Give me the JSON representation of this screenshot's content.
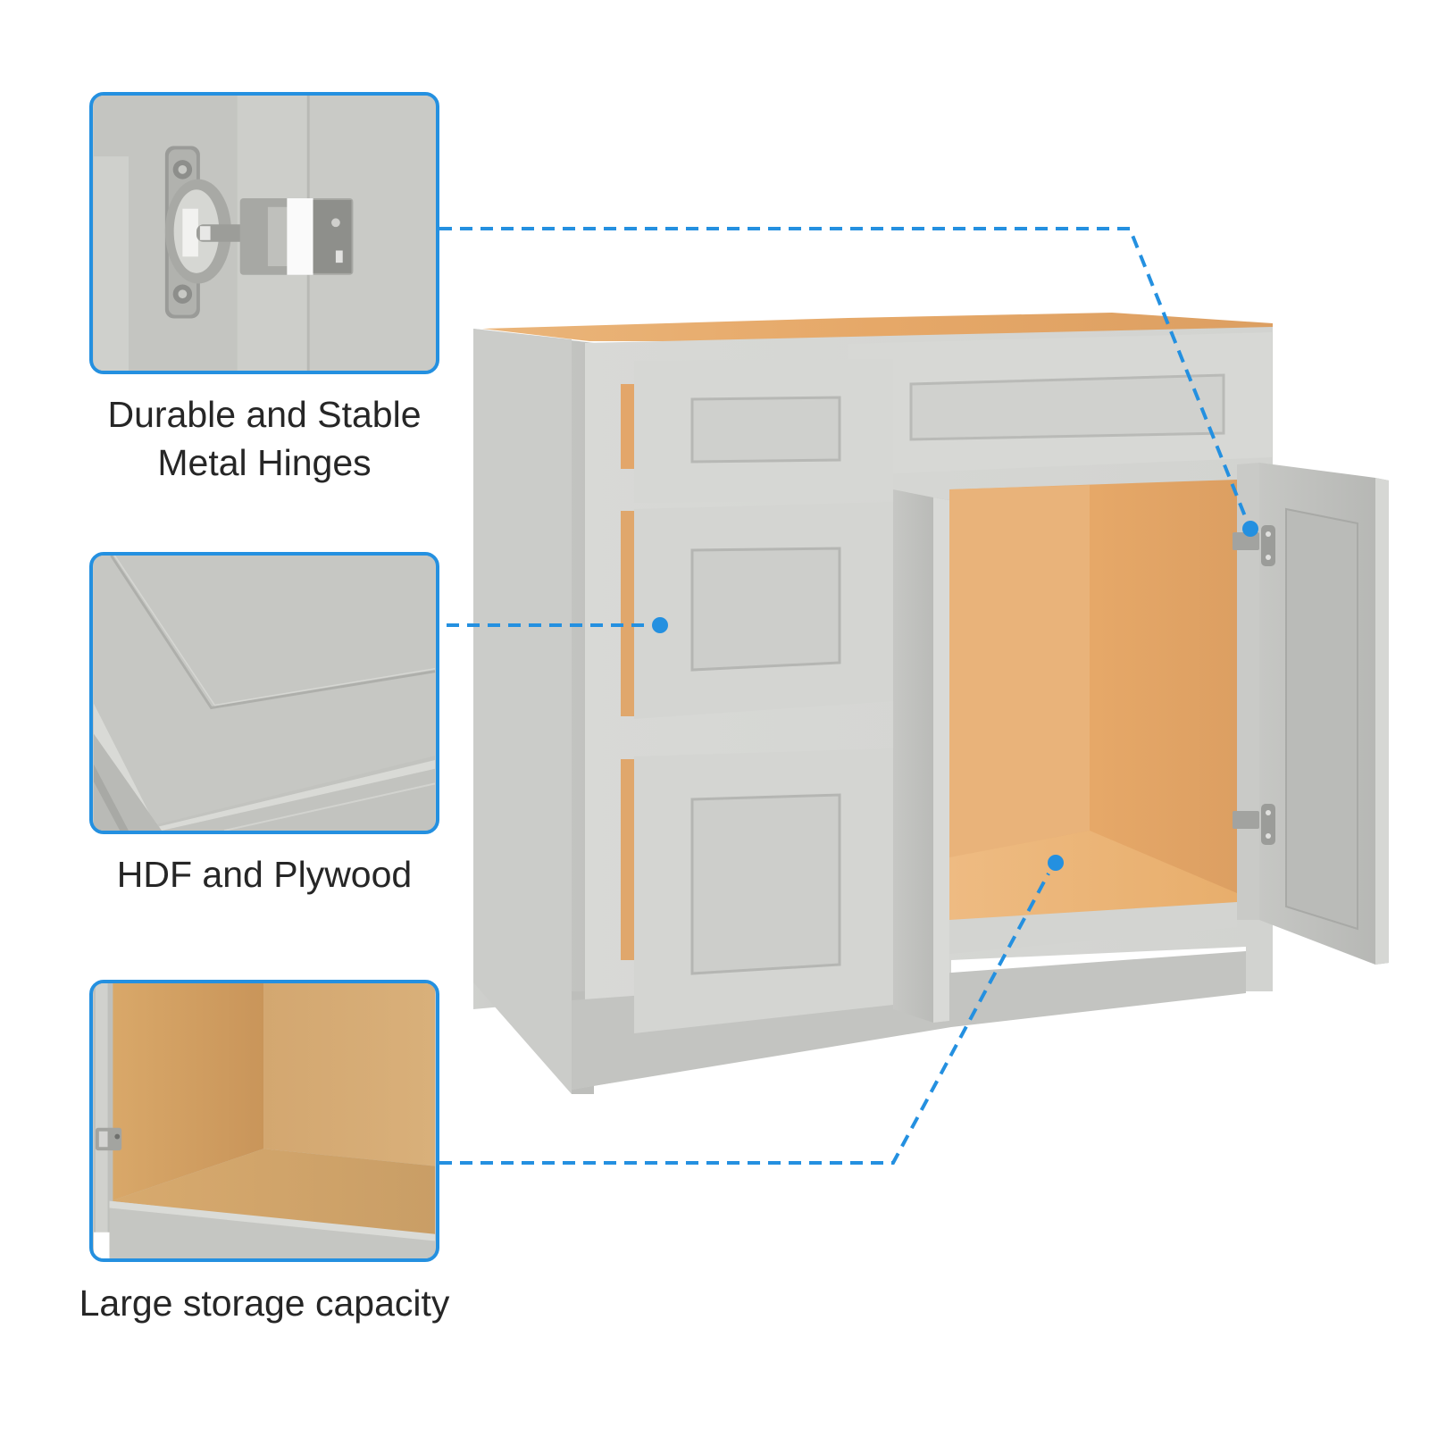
{
  "features": [
    {
      "id": "hinges",
      "caption_line1": "Durable and Stable",
      "caption_line2": "Metal Hinges",
      "image": "metal-hinge-closeup"
    },
    {
      "id": "material",
      "caption_line1": "HDF and Plywood",
      "image": "shaker-panel-closeup"
    },
    {
      "id": "storage",
      "caption_line1": "Large storage capacity",
      "image": "cabinet-interior-closeup"
    }
  ],
  "product": {
    "name": "shaker-style vanity base cabinet",
    "drawers": 3,
    "doors": 2,
    "finish_color": "#d3d5d2",
    "interior_color": "#e8a96a"
  },
  "colors": {
    "accent": "#2490e0",
    "text": "#262626",
    "background": "#ffffff"
  }
}
